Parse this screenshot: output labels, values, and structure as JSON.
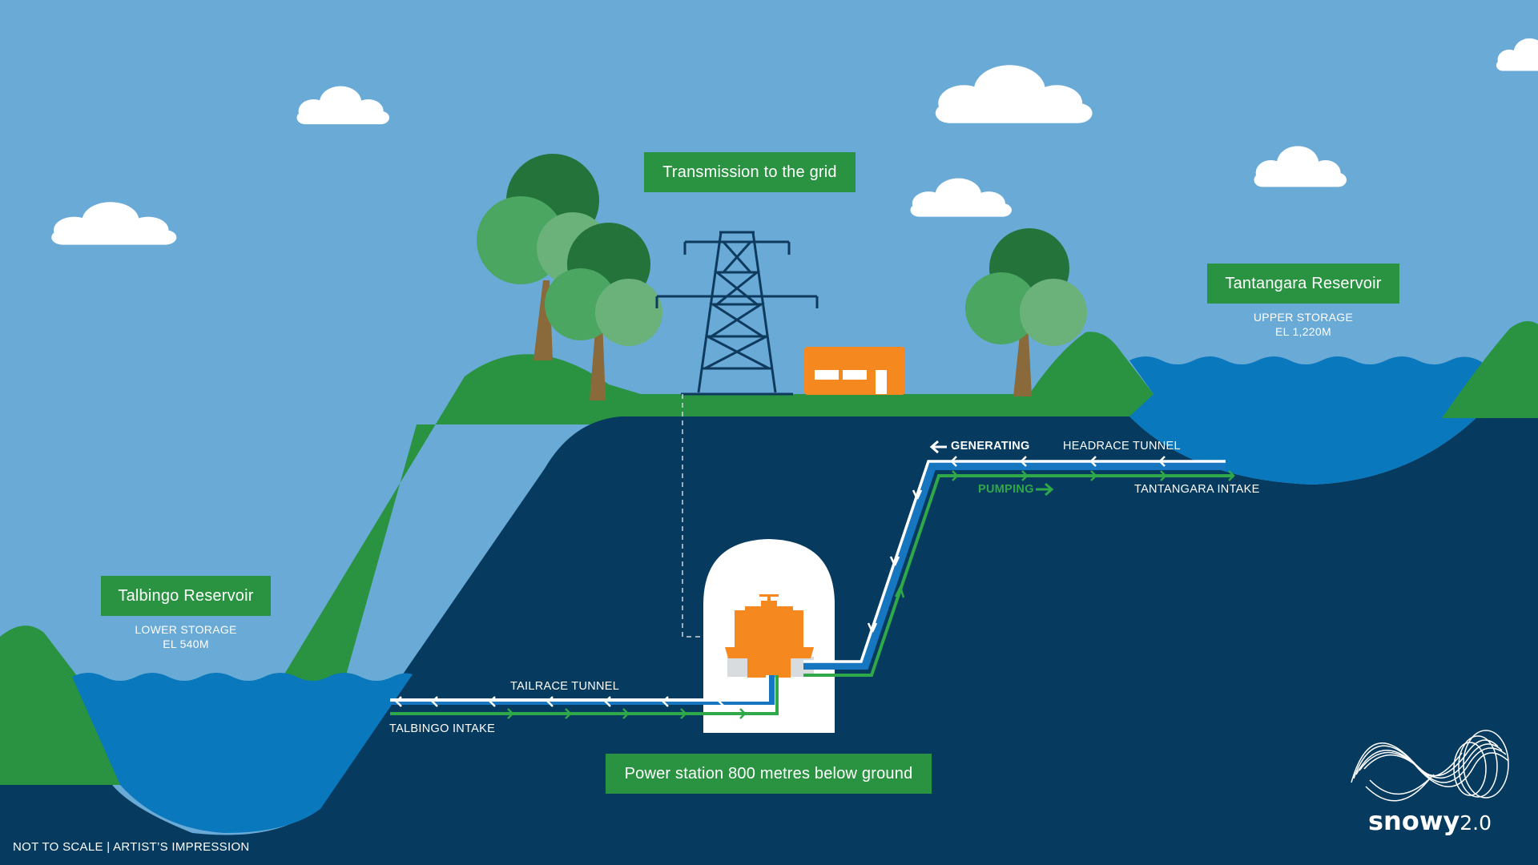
{
  "labels": {
    "transmission": "Transmission to the grid",
    "tantangara": "Tantangara Reservoir",
    "tantangara_sub1": "UPPER STORAGE",
    "tantangara_sub2": "EL 1,220m",
    "talbingo": "Talbingo Reservoir",
    "talbingo_sub1": "LOWER STORAGE",
    "talbingo_sub2": "EL 540m",
    "generating": "GENERATING",
    "headrace": "HEADRACE TUNNEL",
    "pumping": "PUMPING",
    "tantangara_intake": "TANTANGARA INTAKE",
    "tailrace": "TAILRACE TUNNEL",
    "talbingo_intake": "TALBINGO INTAKE",
    "power_station": "Power station 800 metres below ground",
    "footnote": "NOT TO SCALE | ARTIST’S IMPRESSION"
  },
  "logo": {
    "name": "snowy",
    "version": "2.0"
  },
  "colors": {
    "sky": "#6aaad6",
    "ground_dark": "#063a5e",
    "grass": "#2a9341",
    "water": "#0a78bd",
    "label_green": "#2a9341",
    "orange": "#f5891f",
    "tower": "#0e3a5e",
    "tunnel_blue": "#1677c0",
    "tunnel_green": "#2fa84a"
  }
}
